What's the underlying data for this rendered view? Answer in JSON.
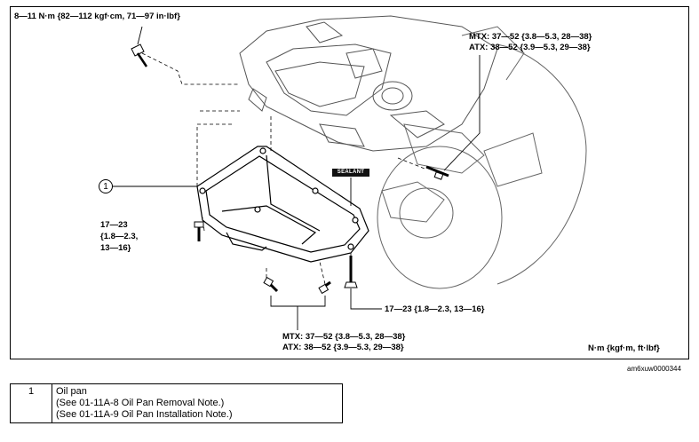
{
  "labels": {
    "top_left_torque": "8—11 N·m {82—112 kgf·cm, 71—97 in·lbf}",
    "mtx_right": "MTX: 37—52 {3.8—5.3, 28—38}",
    "atx_right": "ATX: 38—52 {3.9—5.3, 29—38}",
    "left_torque_1": "17—23",
    "left_torque_2": "{1.8—2.3,",
    "left_torque_3": "13—16}",
    "bottom_right_torque": "17—23 {1.8—2.3, 13—16}",
    "mtx_bottom": "MTX: 37—52 {3.8—5.3, 28—38}",
    "atx_bottom": "ATX: 38—52 {3.9—5.3, 29—38}",
    "units": "N·m {kgf·m, ft·lbf}",
    "sealant": "SEALANT",
    "callout_1": "1",
    "figure_code": "am6xuw0000344"
  },
  "parts_table": [
    {
      "number": "1",
      "name": "Oil pan",
      "note_1": "(See 01-11A-8 Oil Pan Removal Note.)",
      "note_2": "(See 01-11A-9 Oil Pan Installation Note.)"
    }
  ]
}
